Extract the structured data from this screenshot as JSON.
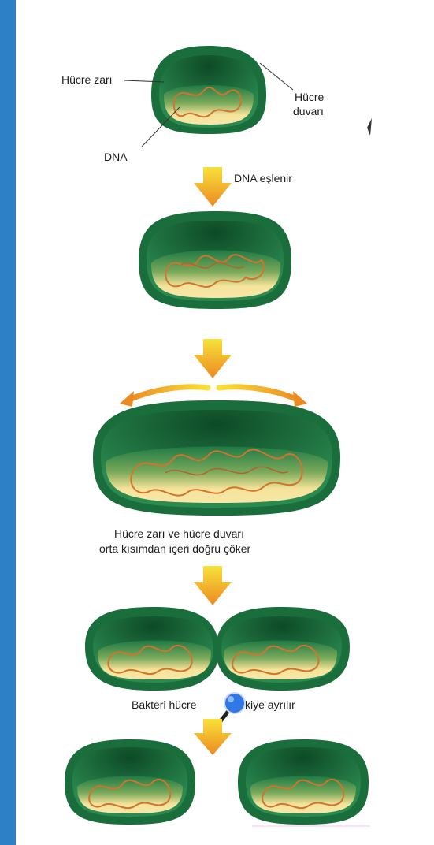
{
  "labels": {
    "cell_membrane": "Hücre zarı",
    "cell_wall_line1": "Hücre",
    "cell_wall_line2": "duvarı",
    "dna": "DNA",
    "step1": "DNA eşlenir",
    "step3_line1": "Hücre zarı ve hücre duvarı",
    "step3_line2": "orta kısımdan içeri doğru çöker",
    "step4_before": "Bakteri hücre",
    "step4_after": "kiye ayrılır"
  },
  "colors": {
    "side_bar": "#2e80c6",
    "cell_wall": "#1e7a45",
    "cell_wall_dark": "#0f4f2b",
    "cytoplasm": "#f7e59a",
    "dna": "#d2742c",
    "arrow_top": "#f7e13a",
    "arrow_bottom": "#ec8a22",
    "magnifier": "#2f78e6"
  },
  "icons": [
    "magnifier-icon"
  ]
}
